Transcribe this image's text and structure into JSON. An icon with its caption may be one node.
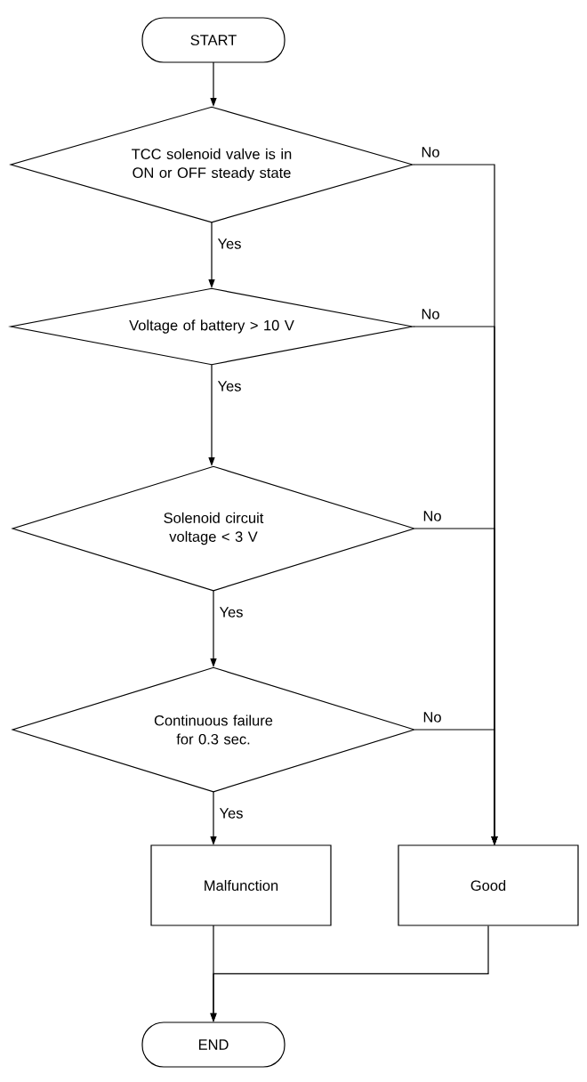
{
  "diagram": {
    "nodes": [
      {
        "text": [
          "START"
        ]
      },
      {
        "text": [
          "TCC solenoid valve is in ON or OFF steady state"
        ]
      },
      {
        "text": [
          "Voltage of battery > 10 V"
        ]
      },
      {
        "text": [
          "Solenoid circuit voltage < 3 V"
        ]
      },
      {
        "text": [
          "Continuous failure for 0.3 sec."
        ]
      },
      {
        "text": [
          "Malfunction"
        ]
      },
      {
        "text": [
          "Good"
        ]
      },
      {
        "text": [
          "END"
        ]
      }
    ],
    "edges": [
      {
        "from": 0,
        "to": 1,
        "arrow": "to"
      },
      {
        "from": 1,
        "to": 2,
        "arrow": "to",
        "label": "Yes"
      },
      {
        "from": 2,
        "to": 3,
        "arrow": "to",
        "label": "Yes"
      },
      {
        "from": 3,
        "to": 4,
        "arrow": "to",
        "label": "Yes"
      },
      {
        "from": 4,
        "to": 5,
        "arrow": "to",
        "label": "Yes"
      },
      {
        "from": 1,
        "to": 6,
        "arrow": "to",
        "label": "No"
      },
      {
        "from": 2,
        "to": 6,
        "arrow": "to",
        "label": "No"
      },
      {
        "from": 3,
        "to": 6,
        "arrow": "to",
        "label": "No"
      },
      {
        "from": 4,
        "to": 6,
        "arrow": "to",
        "label": "No"
      },
      {
        "from": 5,
        "to": 7,
        "arrow": "to"
      },
      {
        "from": 6,
        "to": 7,
        "arrow": "to"
      }
    ]
  }
}
